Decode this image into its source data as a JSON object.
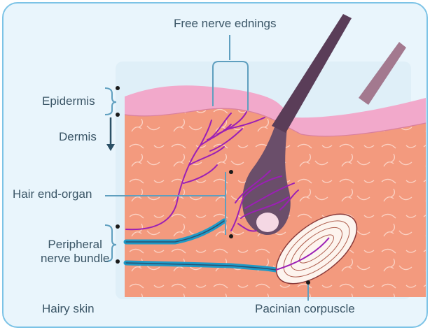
{
  "labels": {
    "free_nerve_endings": "Free nerve ednings",
    "epidermis": "Epidermis",
    "dermis": "Dermis",
    "hair_end_organ": "Hair end-organ",
    "peripheral_nerve_bundle_line1": "Peripheral",
    "peripheral_nerve_bundle_line2": "nerve bundle",
    "pacinian_corpuscle": "Pacinian corpuscle",
    "hairy_skin": "Hairy skin"
  },
  "colors": {
    "frame_border": "#7cc3e6",
    "background": "#e9f5fc",
    "epidermis": "#f2a9cb",
    "dermis": "#f39a7e",
    "nerve": "#9b1fb5",
    "nerve_bundle": "#1f9ac7",
    "hair": "#5a3d58",
    "leader_line": "#5f9fbf",
    "text": "#3a5566"
  }
}
